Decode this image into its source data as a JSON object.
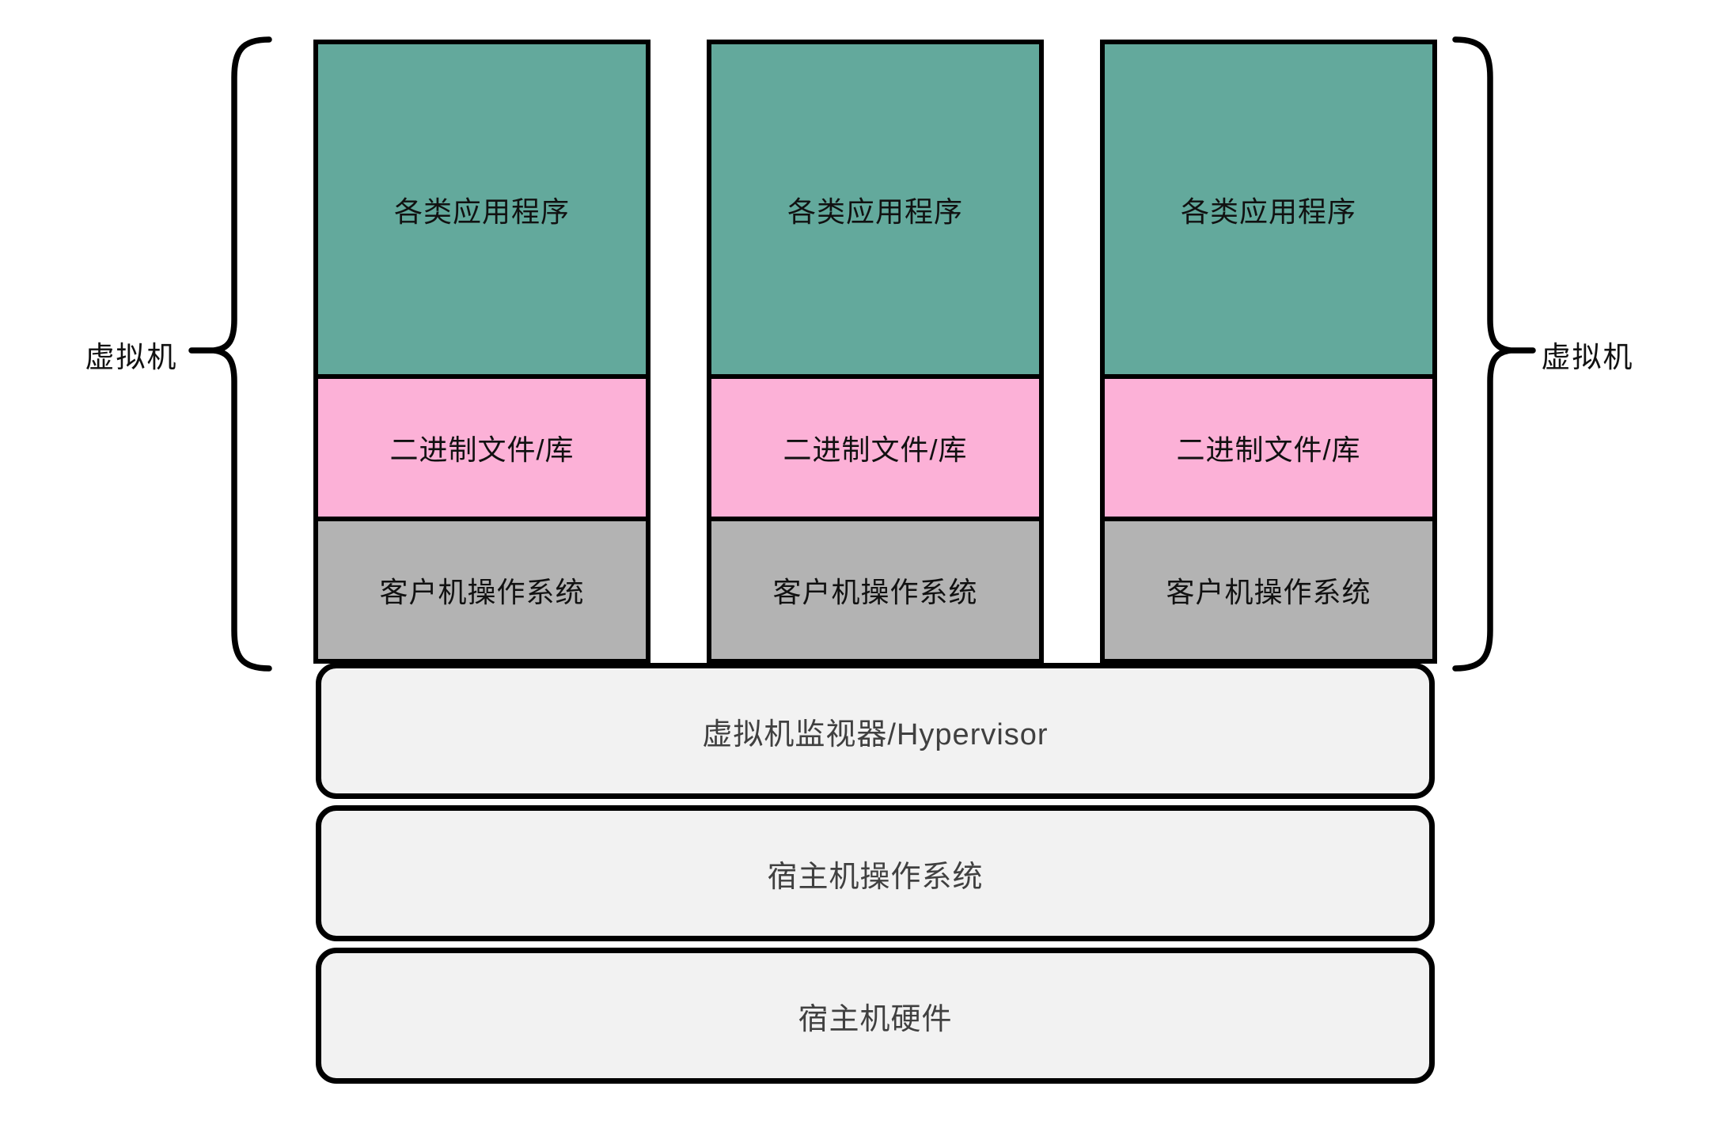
{
  "diagram": {
    "title_hint": "virtual-machine-architecture",
    "colors": {
      "background": "#ffffff",
      "border": "#000000",
      "apps_layer": "#63a99c",
      "bins_layer": "#fcb1d7",
      "guest_os_layer": "#b3b3b3",
      "base_layer": "#f2f2f2"
    },
    "vm_brace_label_left": "虚拟机",
    "vm_brace_label_right": "虚拟机",
    "columns": [
      {
        "layers": [
          {
            "label": "各类应用程序",
            "color": "#63a99c"
          },
          {
            "label": "二进制文件/库",
            "color": "#fcb1d7"
          },
          {
            "label": "客户机操作系统",
            "color": "#b3b3b3"
          }
        ]
      },
      {
        "layers": [
          {
            "label": "各类应用程序",
            "color": "#63a99c"
          },
          {
            "label": "二进制文件/库",
            "color": "#fcb1d7"
          },
          {
            "label": "客户机操作系统",
            "color": "#b3b3b3"
          }
        ]
      },
      {
        "layers": [
          {
            "label": "各类应用程序",
            "color": "#63a99c"
          },
          {
            "label": "二进制文件/库",
            "color": "#fcb1d7"
          },
          {
            "label": "客户机操作系统",
            "color": "#b3b3b3"
          }
        ]
      }
    ],
    "base_layers": [
      {
        "label": "虚拟机监视器/Hypervisor",
        "color": "#f2f2f2"
      },
      {
        "label": "宿主机操作系统",
        "color": "#f2f2f2"
      },
      {
        "label": "宿主机硬件",
        "color": "#f2f2f2"
      }
    ]
  }
}
